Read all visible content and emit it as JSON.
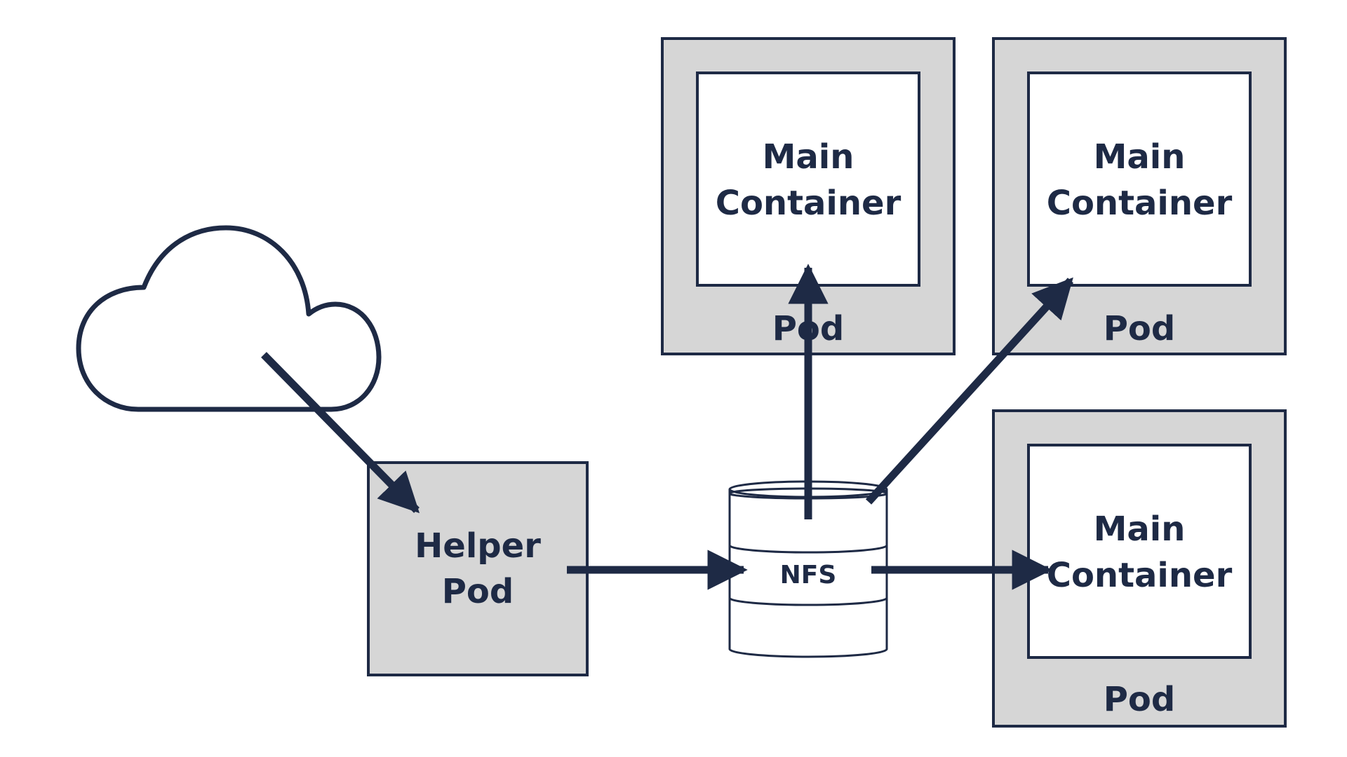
{
  "colors": {
    "stroke": "#1e2a45",
    "pod_fill": "#d6d6d6",
    "container_fill": "#ffffff",
    "background": "#ffffff"
  },
  "icons": {
    "source": "cloud-icon",
    "storage": "database-cylinder-icon"
  },
  "helper_pod": {
    "line1": "Helper",
    "line2": "Pod"
  },
  "nfs": {
    "label": "NFS"
  },
  "pods": [
    {
      "container_line1": "Main",
      "container_line2": "Container",
      "pod_label": "Pod"
    },
    {
      "container_line1": "Main",
      "container_line2": "Container",
      "pod_label": "Pod"
    },
    {
      "container_line1": "Main",
      "container_line2": "Container",
      "pod_label": "Pod"
    }
  ]
}
